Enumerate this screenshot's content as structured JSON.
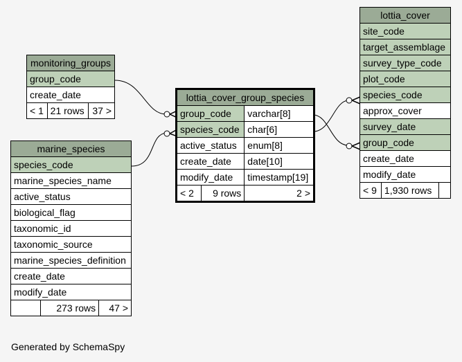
{
  "tables": {
    "monitoring_groups": {
      "name": "monitoring_groups",
      "columns": [
        "group_code",
        "create_date"
      ],
      "footer": {
        "parents": "< 1",
        "rows": "21 rows",
        "children": "37 >"
      }
    },
    "marine_species": {
      "name": "marine_species",
      "columns": [
        "species_code",
        "marine_species_name",
        "active_status",
        "biological_flag",
        "taxonomic_id",
        "taxonomic_source",
        "marine_species_definition",
        "create_date",
        "modify_date"
      ],
      "footer": {
        "parents": "",
        "rows": "273 rows",
        "children": "47 >"
      }
    },
    "lottia_cover_group_species": {
      "name": "lottia_cover_group_species",
      "columns": [
        {
          "name": "group_code",
          "type": "varchar[8]"
        },
        {
          "name": "species_code",
          "type": "char[6]"
        },
        {
          "name": "active_status",
          "type": "enum[8]"
        },
        {
          "name": "create_date",
          "type": "date[10]"
        },
        {
          "name": "modify_date",
          "type": "timestamp[19]"
        }
      ],
      "footer": {
        "parents": "< 2",
        "rows": "9 rows",
        "children": "2 >"
      }
    },
    "lottia_cover": {
      "name": "lottia_cover",
      "columns": [
        "site_code",
        "target_assemblage",
        "survey_type_code",
        "plot_code",
        "species_code",
        "approx_cover",
        "survey_date",
        "group_code",
        "create_date",
        "modify_date"
      ],
      "footer": {
        "parents": "< 9",
        "rows": "1,930 rows",
        "children": ""
      }
    }
  },
  "footer_text": "Generated by SchemaSpy",
  "colors": {
    "header": "#9bab96",
    "key": "#bed1b8",
    "background": "#f5f5f5"
  }
}
